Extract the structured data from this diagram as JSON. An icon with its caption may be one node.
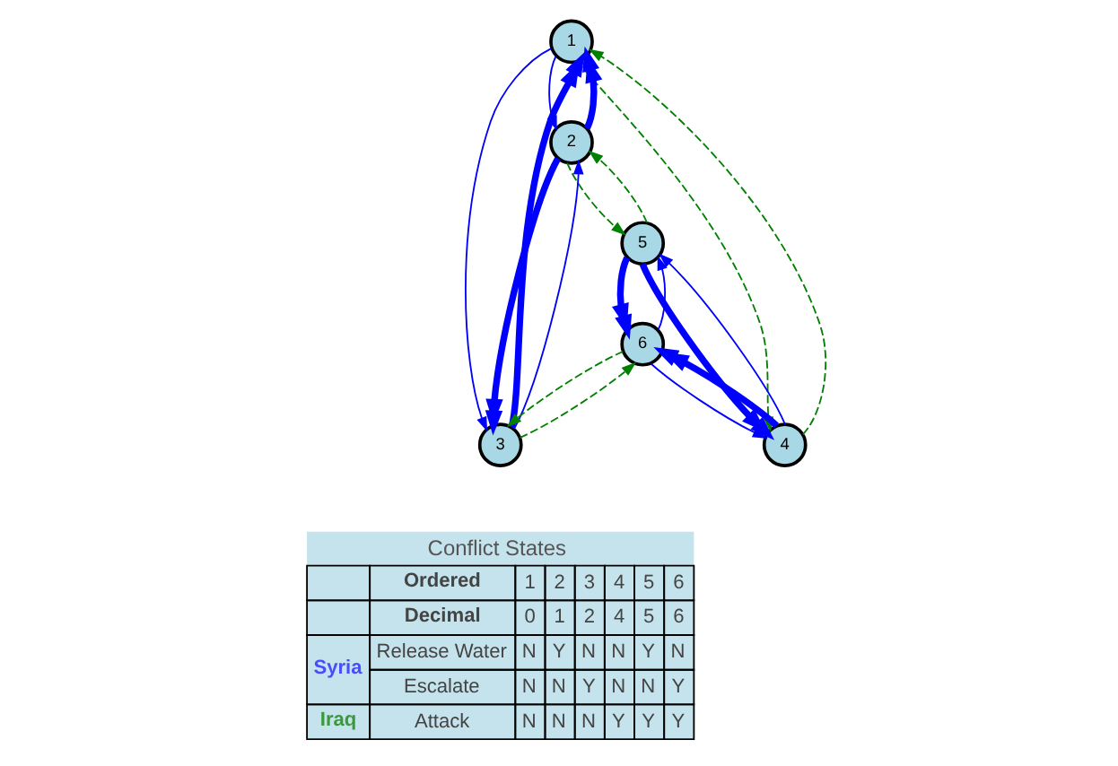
{
  "diagram": {
    "nodes": [
      {
        "text": [
          "1"
        ]
      },
      {
        "text": [
          "2"
        ]
      },
      {
        "text": [
          "3"
        ]
      },
      {
        "text": [
          "4"
        ]
      },
      {
        "text": [
          "5"
        ]
      },
      {
        "text": [
          "6"
        ]
      }
    ],
    "edges": [
      {
        "from": 4,
        "to": 3,
        "arrow": "to",
        "style": "thick"
      },
      {
        "from": 3,
        "to": 5,
        "arrow": "to",
        "style": "thick"
      },
      {
        "from": 4,
        "to": 5,
        "arrow": "to",
        "style": "thick"
      },
      {
        "from": 1,
        "to": 0,
        "arrow": "to",
        "style": "thick"
      },
      {
        "from": 2,
        "to": 0,
        "arrow": "to",
        "style": "thick"
      },
      {
        "from": 1,
        "to": 2,
        "arrow": "to",
        "style": "thick"
      },
      {
        "from": 4,
        "to": 1,
        "arrow": "to",
        "style": "dashed",
        "color": "#008000"
      },
      {
        "from": 0,
        "to": 3,
        "arrow": "to",
        "style": "dashed",
        "color": "#008000"
      },
      {
        "from": 2,
        "to": 5,
        "arrow": "to",
        "style": "dashed",
        "color": "#008000"
      },
      {
        "from": 3,
        "to": 4,
        "arrow": "to"
      },
      {
        "from": 5,
        "to": 3,
        "arrow": "to"
      },
      {
        "from": 5,
        "to": 4,
        "arrow": "to"
      },
      {
        "from": 0,
        "to": 1,
        "arrow": "to"
      },
      {
        "from": 2,
        "to": 1,
        "arrow": "to"
      },
      {
        "from": 0,
        "to": 2,
        "arrow": "to"
      },
      {
        "from": 3,
        "to": 0,
        "arrow": "to",
        "style": "dashed",
        "color": "#008000"
      },
      {
        "from": 1,
        "to": 4,
        "arrow": "to",
        "style": "dashed",
        "color": "#008000"
      },
      {
        "from": 5,
        "to": 2,
        "arrow": "to",
        "style": "dashed",
        "color": "#008000"
      }
    ],
    "labels": [
      "Conflict States",
      "Ordered",
      "1",
      "2",
      "3",
      "4",
      "5",
      "6",
      "Decimal",
      "0",
      "1",
      "2",
      "4",
      "5",
      "6",
      "Syria",
      "Release Water",
      "N",
      "Y",
      "N",
      "N",
      "Y",
      "N",
      "Escalate",
      "N",
      "N",
      "Y",
      "N",
      "N",
      "Y",
      "Iraq",
      "Attack",
      "N",
      "N",
      "N",
      "Y",
      "Y",
      "Y"
    ]
  }
}
